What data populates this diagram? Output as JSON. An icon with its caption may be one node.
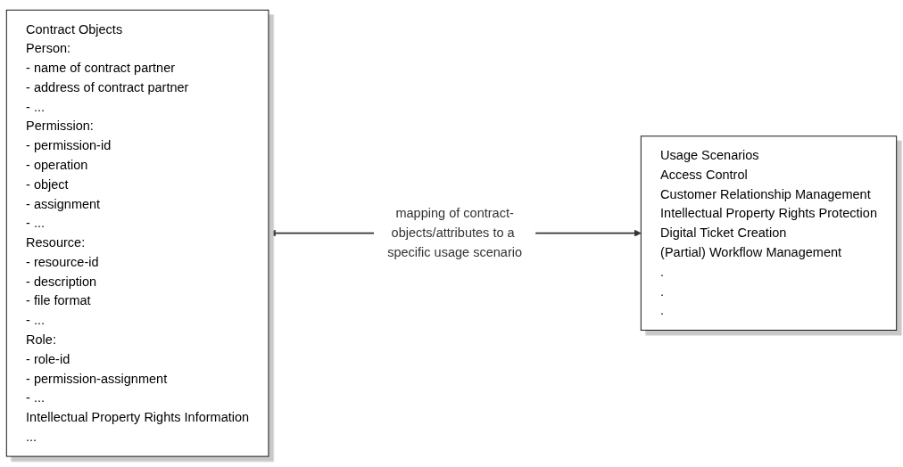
{
  "diagram": {
    "nodes": [
      {
        "text": [
          "Contract Objects",
          "Person:",
          "- name of contract partner",
          "- address of contract partner",
          "- ...",
          "Permission:",
          "- permission-id",
          "- operation",
          "- object",
          "- assignment",
          "- ...",
          "Resource:",
          "- resource-id",
          "- description",
          "- file format",
          "- ...",
          "Role:",
          "- role-id",
          "- permission-assignment",
          "- ...",
          "Intellectual Property Rights Information",
          "..."
        ]
      },
      {
        "text": [
          "Usage Scenarios",
          "Access Control",
          "Customer Relationship Management",
          "Intellectual Property Rights Protection",
          "Digital Ticket Creation",
          "(Partial) Workflow Management",
          ".",
          ".",
          "."
        ]
      }
    ],
    "edges": [
      {
        "from": 0,
        "to": 1,
        "arrow": "both",
        "label": "mapping of contract-objects/attributes to a specific usage scenario"
      }
    ]
  }
}
